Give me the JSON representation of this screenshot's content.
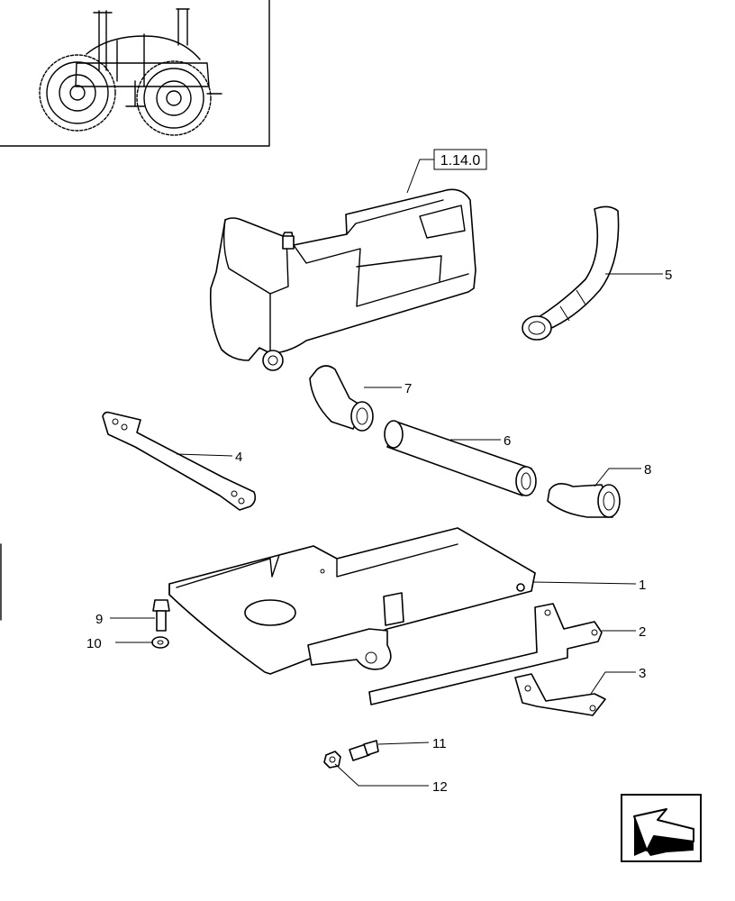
{
  "reference": "1.14.0",
  "callouts": [
    {
      "id": "1",
      "text": "1"
    },
    {
      "id": "2",
      "text": "2"
    },
    {
      "id": "3",
      "text": "3"
    },
    {
      "id": "4",
      "text": "4"
    },
    {
      "id": "5",
      "text": "5"
    },
    {
      "id": "6",
      "text": "6"
    },
    {
      "id": "7",
      "text": "7"
    },
    {
      "id": "8",
      "text": "8"
    },
    {
      "id": "9",
      "text": "9"
    },
    {
      "id": "10",
      "text": "10"
    },
    {
      "id": "11",
      "text": "11"
    },
    {
      "id": "12",
      "text": "12"
    }
  ],
  "icons": {
    "thumbnail": "tractor-icon",
    "navigation": "arrow-back-icon"
  }
}
